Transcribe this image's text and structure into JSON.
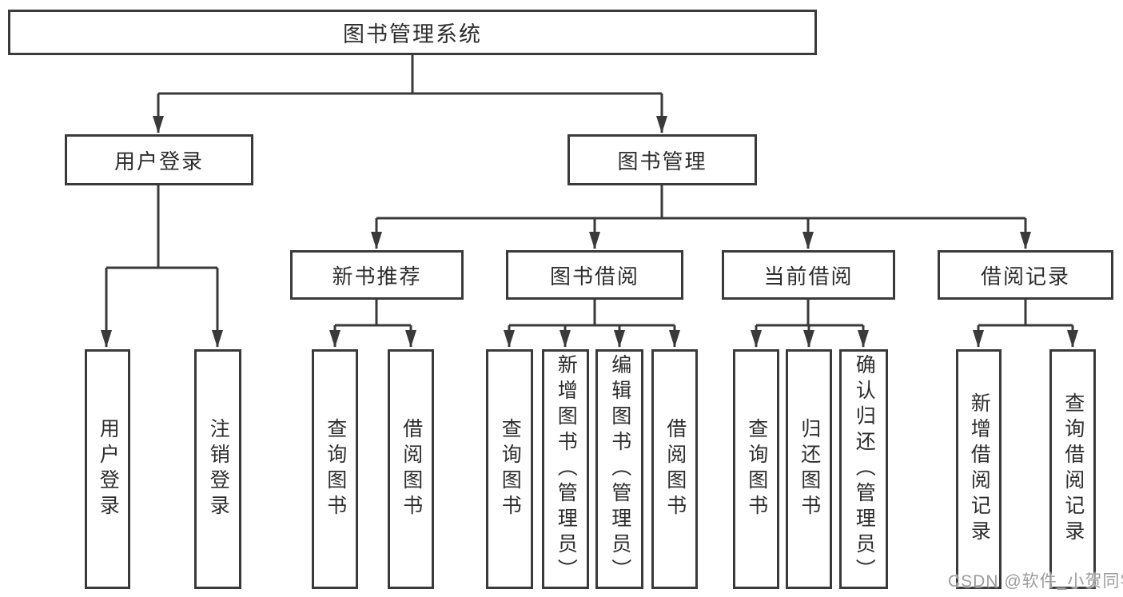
{
  "diagram": {
    "title": "图书管理系统",
    "branches": [
      {
        "label": "用户登录",
        "children": [
          "用户登录",
          "注销登录"
        ]
      },
      {
        "label": "图书管理",
        "sections": [
          {
            "label": "新书推荐",
            "children": [
              "查询图书",
              "借阅图书"
            ]
          },
          {
            "label": "图书借阅",
            "children": [
              "查询图书",
              "新增图书（管理员）",
              "编辑图书（管理员）",
              "借阅图书"
            ]
          },
          {
            "label": "当前借阅",
            "children": [
              "查询图书",
              "归还图书",
              "确认归还（管理员）"
            ]
          },
          {
            "label": "借阅记录",
            "children": [
              "新增借阅记录",
              "查询借阅记录"
            ]
          }
        ]
      }
    ]
  },
  "watermark": {
    "text": "CSDN @软件_小贺同学"
  },
  "colors": {
    "line": "#3a3a3a",
    "box_border": "#3a3a3a",
    "box_background": "#ffffff",
    "text": "#2d2d2d",
    "watermark_text": "#9c9c9c",
    "background": "#ffffff"
  }
}
